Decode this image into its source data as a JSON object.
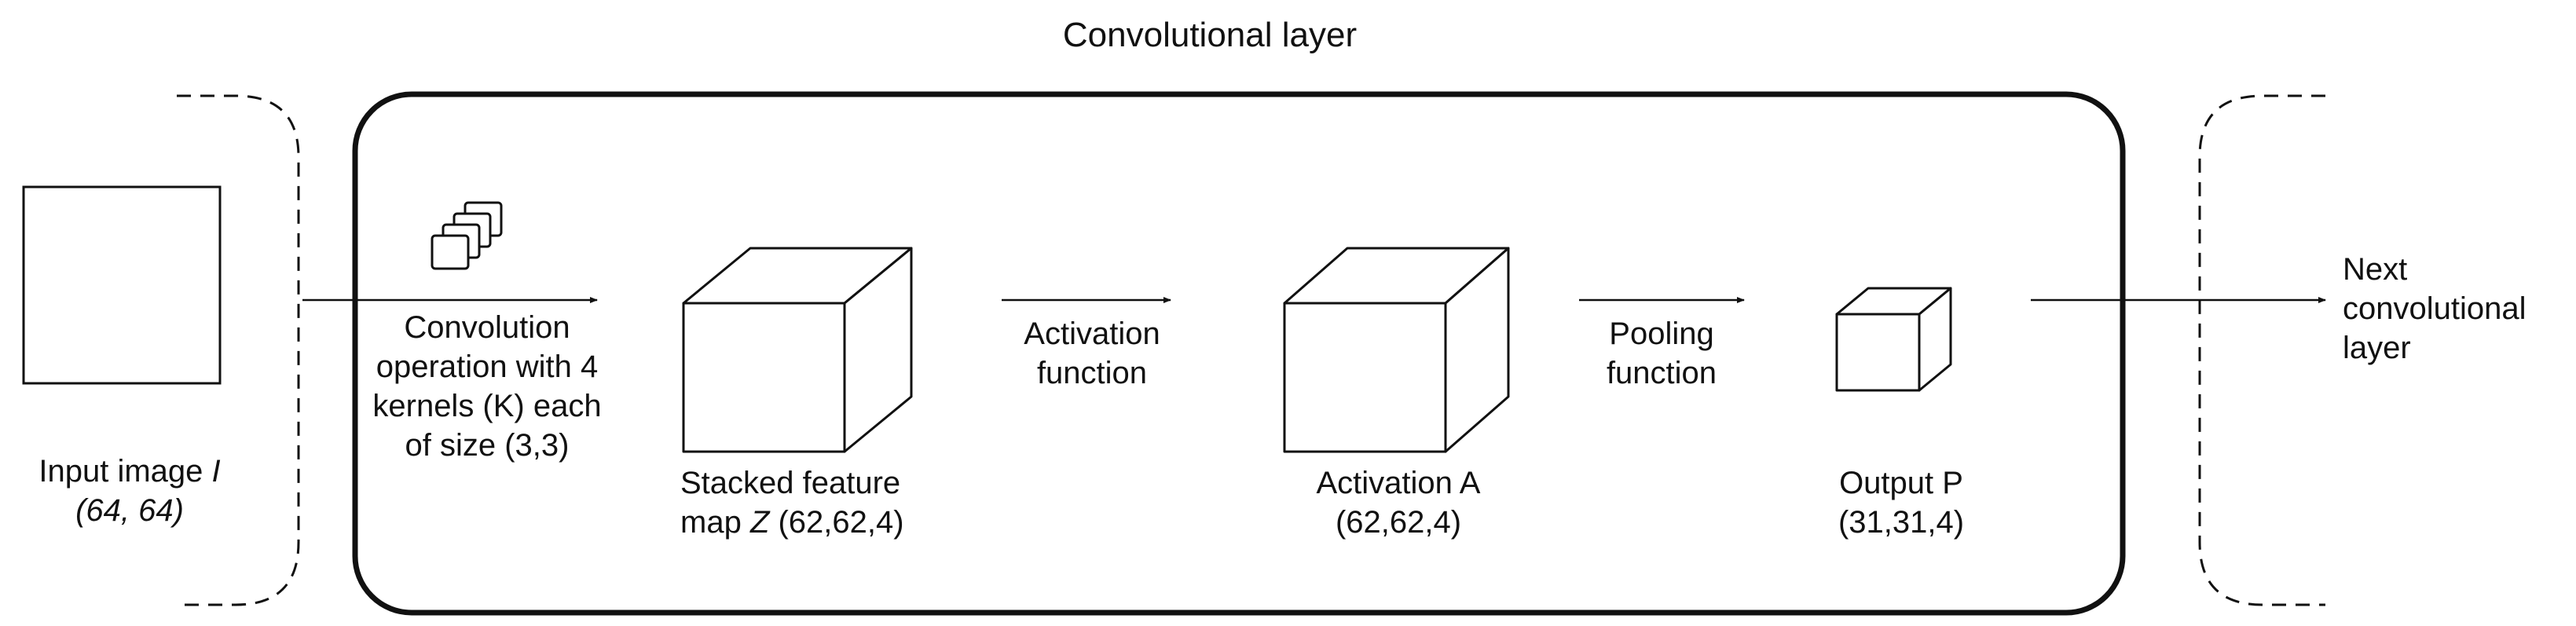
{
  "title": "Convolutional layer",
  "input": {
    "label": "Input image ",
    "var": "I",
    "shape": "(64, 64)"
  },
  "conv_step": {
    "line1": "Convolution",
    "line2": "operation with 4",
    "line3": "kernels (K) each",
    "line4": "of size (3,3)"
  },
  "feature_map": {
    "line1": "Stacked feature",
    "prefix": "map ",
    "var": "Z",
    "shape": " (62,62,4)"
  },
  "activation_step": {
    "line1": "Activation",
    "line2": "function"
  },
  "activation": {
    "line1": "Activation A",
    "line2": "(62,62,4)"
  },
  "pooling_step": {
    "line1": "Pooling",
    "line2": "function"
  },
  "output": {
    "line1": "Output P",
    "line2": "(31,31,4)"
  },
  "next": {
    "line1": "Next",
    "line2": "convolutional",
    "line3": "layer"
  },
  "colors": {
    "stroke": "#111111",
    "background": "#ffffff"
  }
}
